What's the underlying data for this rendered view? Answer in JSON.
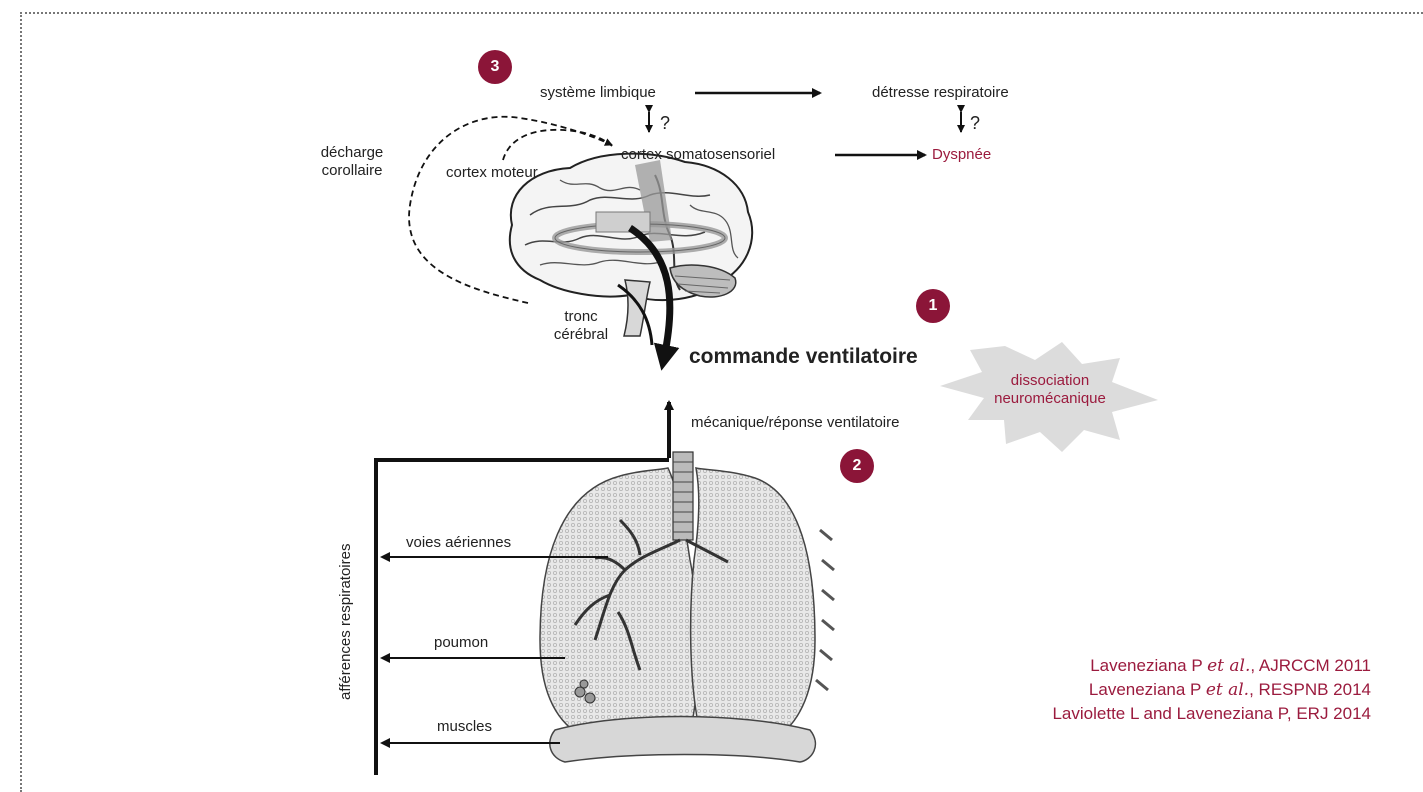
{
  "labels": {
    "systeme_limbique": "système limbique",
    "detresse": "détresse respiratoire",
    "question1": "?",
    "question2": "?",
    "cortex_somato": "cortex somatosensoriel",
    "dyspnee": "Dyspnée",
    "decharge_line1": "décharge",
    "decharge_line2": "corollaire",
    "cortex_moteur": "cortex moteur",
    "tronc_line1": "tronc",
    "tronc_line2": "cérébral",
    "commande": "commande ventilatoire",
    "dissociation_line1": "dissociation",
    "dissociation_line2": "neuromécanique",
    "mecanique": "mécanique/réponse ventilatoire",
    "voies": "voies aériennes",
    "poumon": "poumon",
    "muscles": "muscles",
    "afferences": "afférences respiratoires"
  },
  "badges": {
    "one": "1",
    "two": "2",
    "three": "3"
  },
  "references": {
    "ref1_author": "Laveneziana P",
    "ref1_etal": "et al.",
    "ref1_source": ", AJRCCM 2011",
    "ref2_author": "Laveneziana P",
    "ref2_etal": "et al.",
    "ref2_source": ", RESPNB 2014",
    "ref3": "Laviolette L and Laveneziana P, ERJ 2014"
  },
  "colors": {
    "accent": "#8b1538",
    "accent_text": "#9b1b3e",
    "starburst": "#d9d9d9"
  },
  "illustrations": [
    "brain-illustration",
    "lungs-illustration"
  ]
}
